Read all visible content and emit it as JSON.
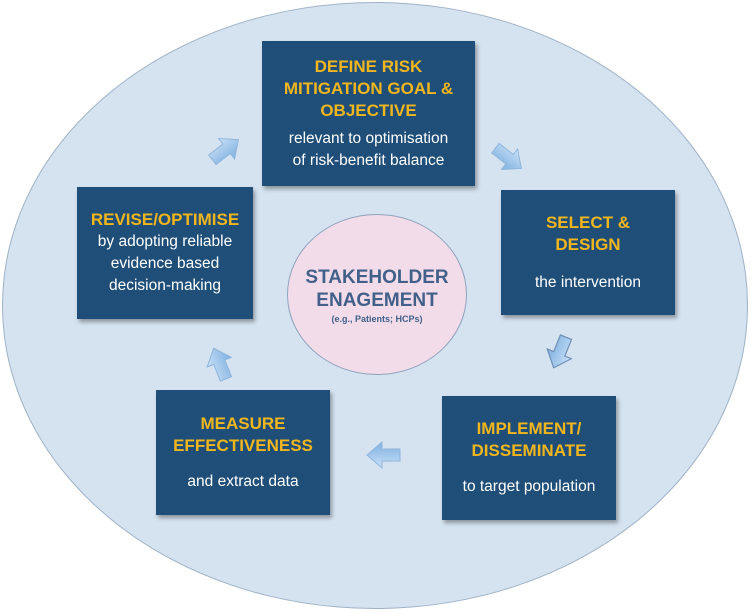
{
  "diagram": {
    "center": {
      "title": "STAKEHOLDER\nENAGEMENT",
      "subtitle": "(e.g., Patients; HCPs)"
    },
    "steps": [
      {
        "id": "define",
        "title": "DEFINE RISK\nMITIGATION GOAL &\nOBJECTIVE",
        "description": "relevant to optimisation\nof risk-benefit balance"
      },
      {
        "id": "select",
        "title": "SELECT &\nDESIGN",
        "description": "the intervention"
      },
      {
        "id": "implement",
        "title": "IMPLEMENT/\nDISSEMINATE",
        "description": "to target population"
      },
      {
        "id": "measure",
        "title": "MEASURE\nEFFECTIVENESS",
        "description": "and extract data"
      },
      {
        "id": "revise",
        "title": "REVISE/OPTIMISE",
        "description": "by adopting reliable\nevidence based\ndecision-making"
      }
    ],
    "colors": {
      "outer_fill": "#d5e3f1",
      "box_fill": "#1f4e79",
      "title_text": "#f2b61d",
      "body_text": "#ffffff",
      "center_fill": "#f3dcea",
      "center_text": "#41608a",
      "arrow": "#9cc3ea"
    }
  }
}
